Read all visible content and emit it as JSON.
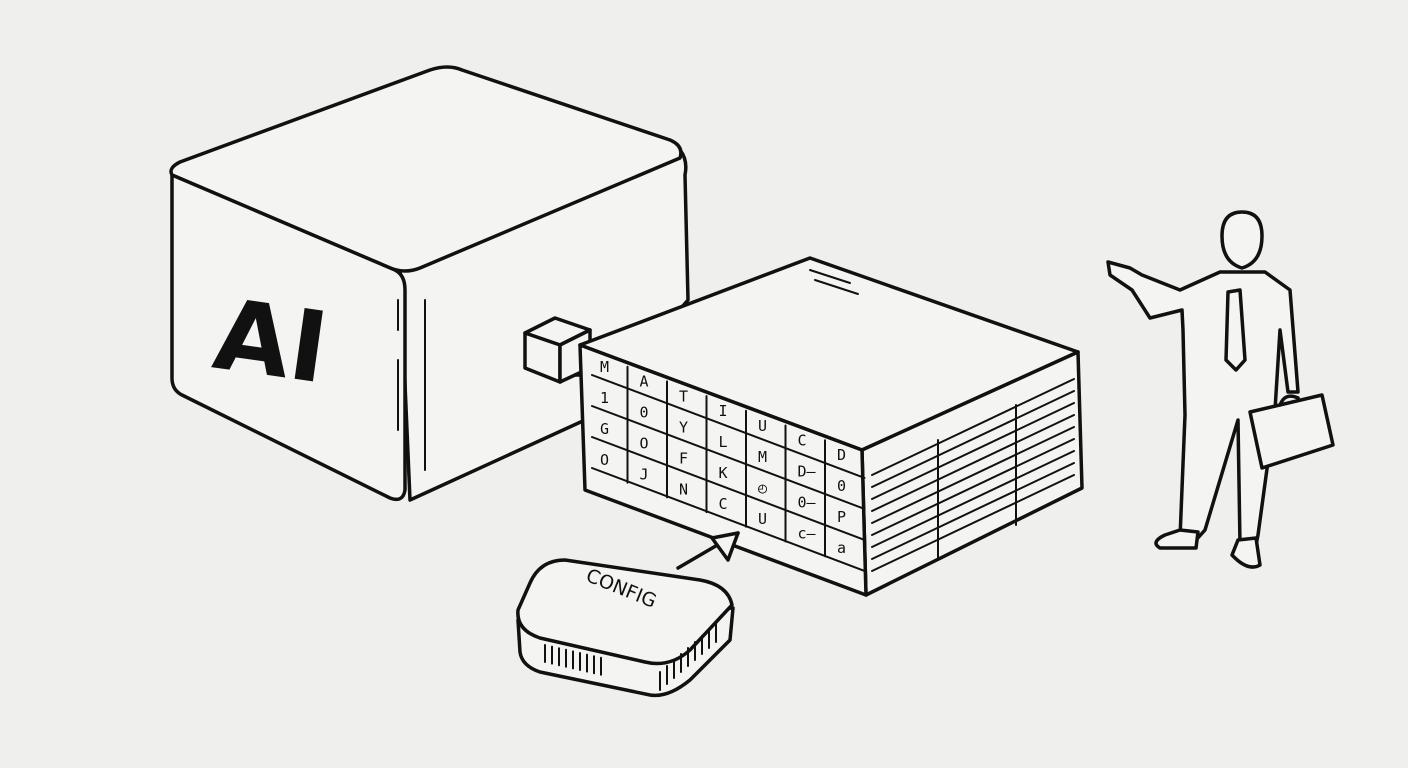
{
  "cube_label": "AI",
  "chip_label": "CONFIG",
  "grid": {
    "columns": [
      [
        "M",
        "1",
        "G",
        "O"
      ],
      [
        "A",
        "0",
        "O",
        "J"
      ],
      [
        "T",
        "Y",
        "F",
        "N"
      ],
      [
        "I",
        "L",
        "K",
        "C"
      ],
      [
        "U",
        "M",
        "◴",
        "U"
      ],
      [
        "C",
        "D–",
        "0–",
        "c–"
      ],
      [
        "D",
        "0",
        "P",
        "a"
      ]
    ]
  }
}
